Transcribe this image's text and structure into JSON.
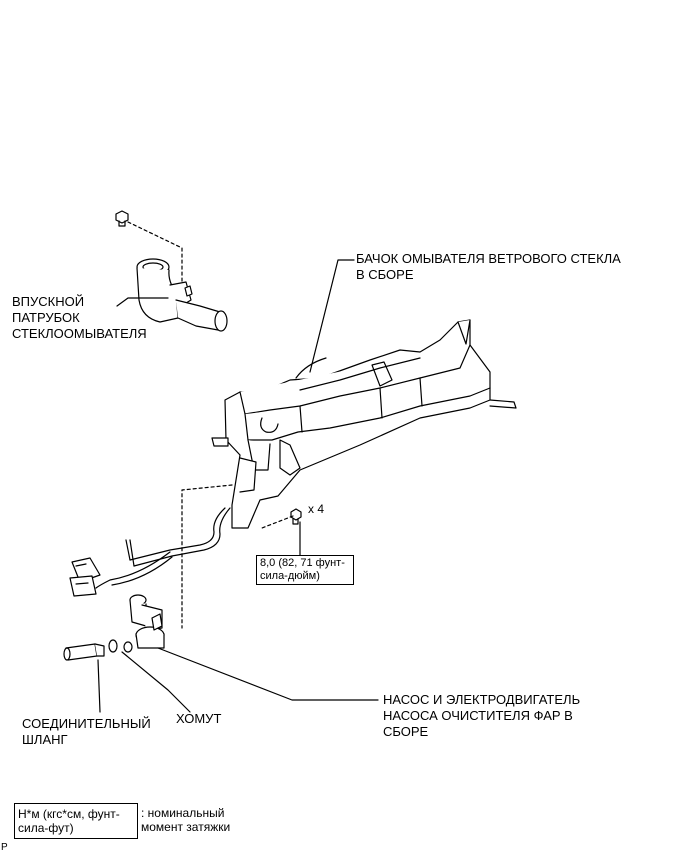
{
  "labels": {
    "tank": "БАЧОК ОМЫВАТЕЛЯ ВЕТРОВОГО СТЕКЛА\nВ СБОРЕ",
    "inlet": "ВПУСКНОЙ\nПАТРУБОК\nСТЕКЛООМЫВАТЕЛЯ",
    "pump": "НАСОС И ЭЛЕКТРОДВИГАТЕЛЬ\nНАСОСА ОЧИСТИТЕЛЯ ФАР В\nСБОРЕ",
    "hose": "СОЕДИНИТЕЛЬНЫЙ\nШЛАНГ",
    "clamp": "ХОМУТ",
    "qty": "x 4",
    "torque": "8,0 (82, 71 фунт-\nсила-дюйм)"
  },
  "legend": {
    "box_text": "Н*м (кгс*см, фунт-\nсила-фут)",
    "description": ": номинальный\nмомент затяжки"
  },
  "footer": {
    "code": "P"
  }
}
